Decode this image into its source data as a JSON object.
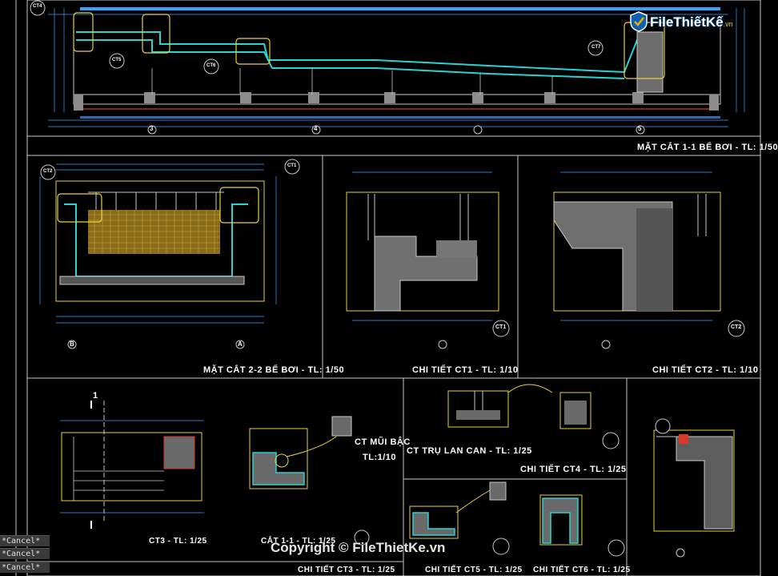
{
  "watermark": {
    "logo_text": "FileThiếtKế",
    "logo_suffix": ".vn",
    "copyright": "Copyright © FileThietKe.vn"
  },
  "titles": {
    "section_1_1": "MẶT CẮT 1-1 BỂ BƠI - TL: 1/50",
    "section_2_2": "MẶT CẮT 2-2 BỂ BƠI - TL: 1/50",
    "ct1": "CHI TIẾT CT1 - TL: 1/10",
    "ct2": "CHI TIẾT CT2 - TL: 1/10",
    "ct_tru": "CT TRỤ LAN CAN - TL: 1/25",
    "ct4": "CHI TIẾT CT4 - TL: 1/25",
    "ct_mui_bac_1": "CT MŨI BẬC",
    "ct_mui_bac_2": "TL:1/10",
    "ct3_small": "CT3 - TL: 1/25",
    "cat11_small": "CẮT 1-1 - TL: 1/25",
    "ct3": "CHI TIẾT CT3 - TL: 1/25",
    "ct5": "CHI TIẾT CT5 - TL: 1/25",
    "ct6": "CHI TIẾT CT6 - TL: 1/25"
  },
  "tags": {
    "ct14": "CT4",
    "ct15": "CT5",
    "ct16": "CT6",
    "ct17": "CT7",
    "ct1": "CT1",
    "ct2": "CT2"
  },
  "grid": {
    "c3": "3",
    "c4": "4",
    "c5": "5",
    "b": "B",
    "a": "A",
    "cut1": "1"
  },
  "command_line": [
    "*Cancel*",
    "*Cancel*",
    "*Cancel*"
  ],
  "colors": {
    "frame": "#c9c9c9",
    "dim": "#3aa0ff",
    "cyan": "#27d3d3",
    "yellow": "#e6d23a",
    "red": "#d63a2a",
    "white": "#ffffff",
    "hatch": "#b8b8b8"
  }
}
